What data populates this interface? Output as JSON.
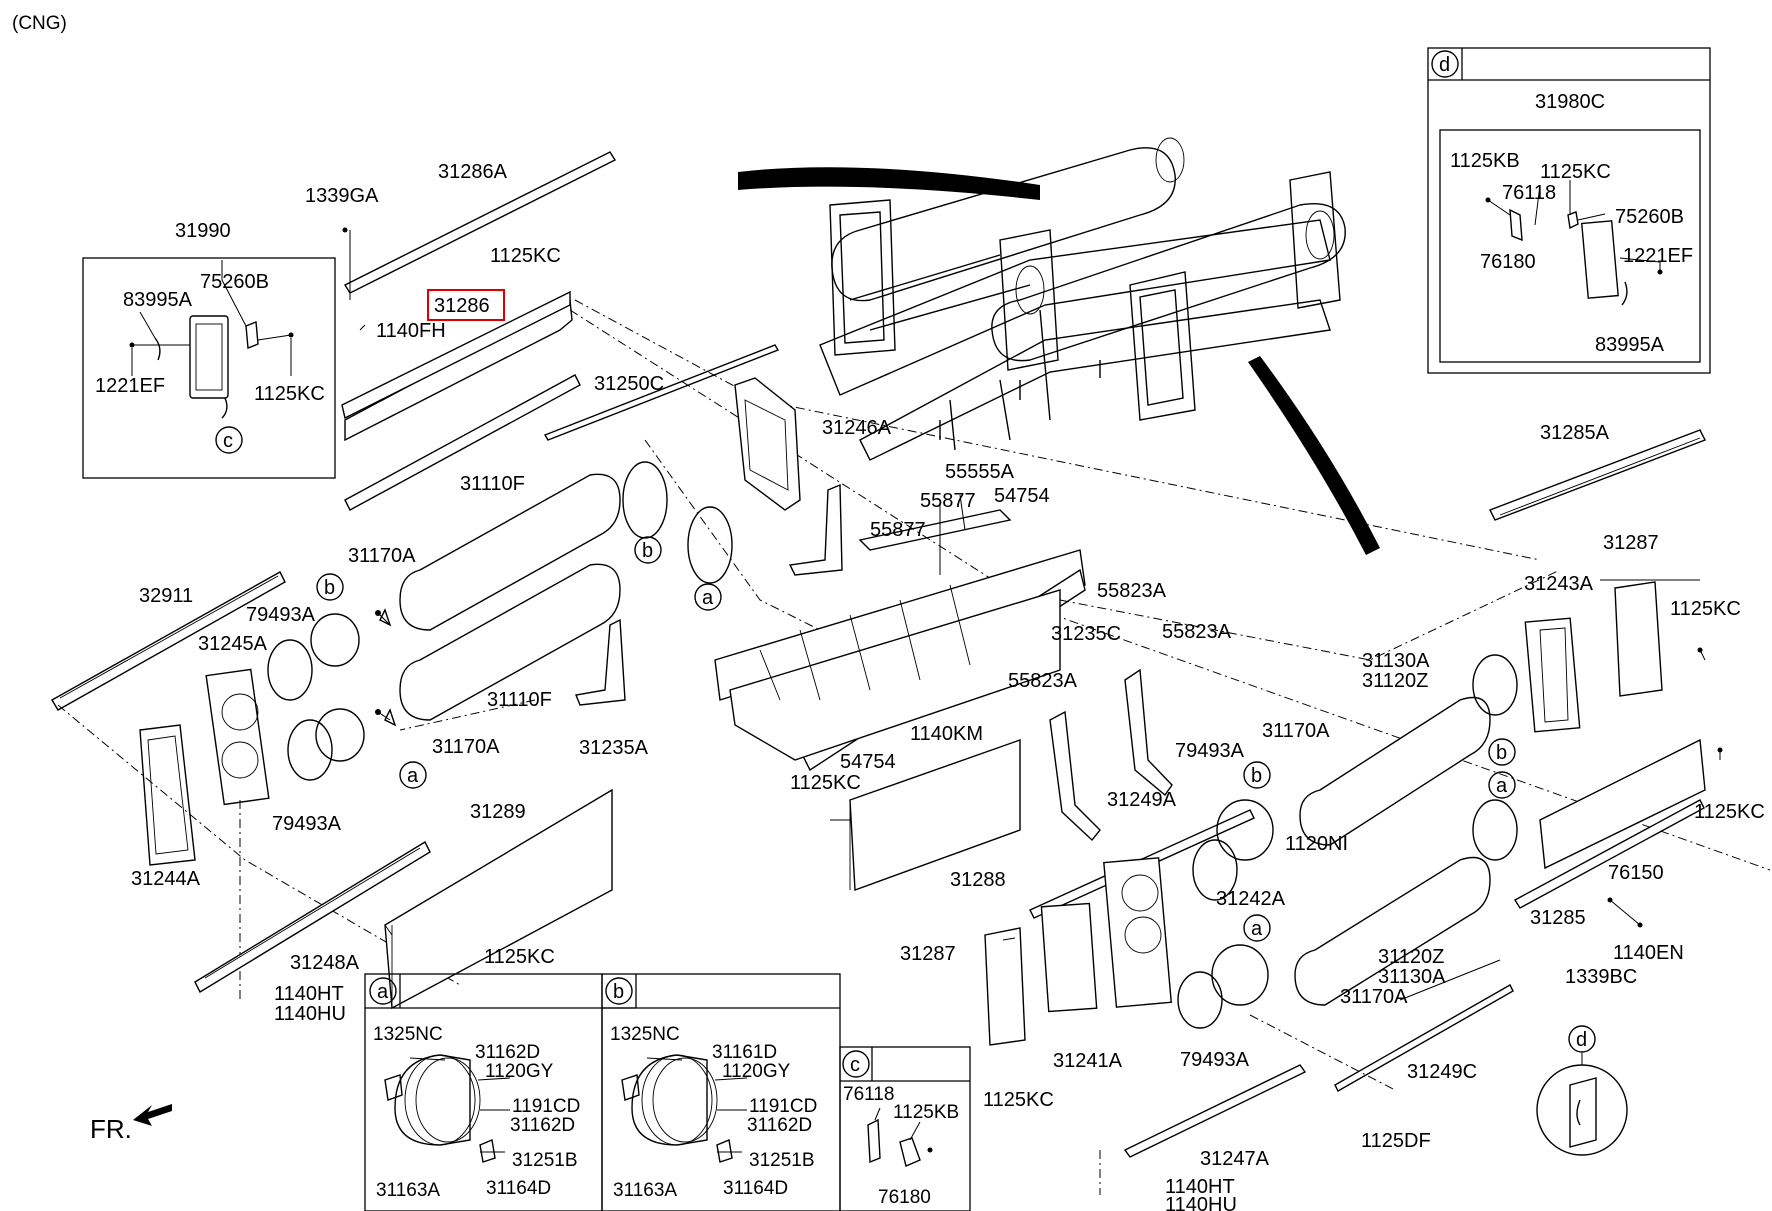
{
  "header": {
    "variant": "(CNG)"
  },
  "callouts": {
    "a": "a",
    "b": "b",
    "c": "c",
    "d": "d"
  },
  "direction": {
    "front": "FR."
  },
  "highlight": {
    "color": "#e00000",
    "part": "31286"
  },
  "parts": {
    "p31286A": "31286A",
    "p1339GA": "1339GA",
    "p31990": "31990",
    "p1125KC_top": "1125KC",
    "p31286": "31286",
    "p75260B_l": "75260B",
    "p83995A_l": "83995A",
    "p1140FH": "1140FH",
    "p1221EF_l": "1221EF",
    "p1125KC_box": "1125KC",
    "p31250C": "31250C",
    "p31246A": "31246A",
    "p31110F_a": "31110F",
    "p31110F_b": "31110F",
    "p55555A": "55555A",
    "p55877_a": "55877",
    "p54754_a": "54754",
    "p55877_b": "55877",
    "p31170A_a": "31170A",
    "p32911": "32911",
    "p79493A_a": "79493A",
    "p31245A": "31245A",
    "p31170A_b": "31170A",
    "p31235A": "31235A",
    "p79493A_b": "79493A",
    "p31244A": "31244A",
    "p31289": "31289",
    "p31248A": "31248A",
    "p1125KC_31289": "1125KC",
    "p1140HT_a": "1140HT",
    "p1140HU_a": "1140HU",
    "p54754_b": "54754",
    "p1140KM": "1140KM",
    "p1125KC_frame": "1125KC",
    "p31288": "31288",
    "p55823A_a": "55823A",
    "p31235C": "31235C",
    "p55823A_b": "55823A",
    "p55823A_c": "55823A",
    "p79493A_c": "79493A",
    "p31249A": "31249A",
    "p31242A": "31242A",
    "p31287_l": "31287",
    "p31241A": "31241A",
    "p1125KC_bot": "1125KC",
    "p79493A_d": "79493A",
    "p31170A_c": "31170A",
    "p31170A_d": "31170A",
    "p1120NI": "1120NI",
    "p31130A_a": "31130A",
    "p31120Z_a": "31120Z",
    "p31243A": "31243A",
    "p31287_r": "31287",
    "p1125KC_r1": "1125KC",
    "p31285A": "31285A",
    "p1125KC_r2": "1125KC",
    "p31285": "31285",
    "p76150": "76150",
    "p1140EN": "1140EN",
    "p1339BC": "1339BC",
    "p31120Z_b": "31120Z",
    "p31130A_b": "31130A",
    "p31249C": "31249C",
    "p1125DF": "1125DF",
    "p31247A": "31247A",
    "p1140HT_b": "1140HT",
    "p1140HU_b": "1140HU"
  },
  "detail_a": {
    "p1325NC": "1325NC",
    "p31162D_1": "31162D",
    "p1120GY": "1120GY",
    "p1191CD": "1191CD",
    "p31162D_2": "31162D",
    "p31251B": "31251B",
    "p31163A": "31163A",
    "p31164D": "31164D"
  },
  "detail_b": {
    "p1325NC": "1325NC",
    "p31161D": "31161D",
    "p1120GY": "1120GY",
    "p1191CD": "1191CD",
    "p31162D": "31162D",
    "p31251B": "31251B",
    "p31163A": "31163A",
    "p31164D": "31164D"
  },
  "detail_c": {
    "p76118": "76118",
    "p1125KB": "1125KB",
    "p76180": "76180"
  },
  "detail_d": {
    "p31980C": "31980C",
    "p1125KB": "1125KB",
    "p1125KC": "1125KC",
    "p76118": "76118",
    "p75260B": "75260B",
    "p76180": "76180",
    "p1221EF": "1221EF",
    "p83995A": "83995A"
  }
}
